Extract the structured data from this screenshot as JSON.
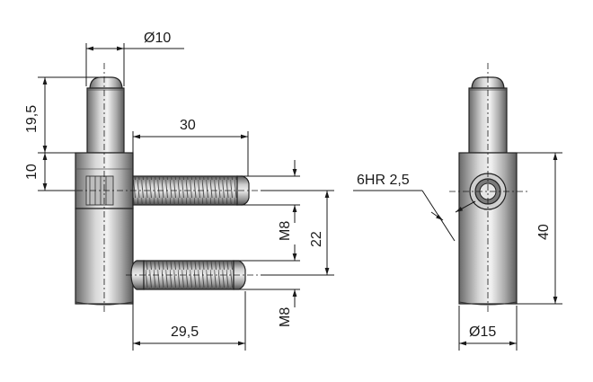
{
  "dimensions": {
    "pin_diameter": "Ø10",
    "pin_height": "19,5",
    "collar_height": "10",
    "upper_bolt_length": "30",
    "upper_thread": "M8",
    "bolt_spacing": "22",
    "lower_thread": "M8",
    "lower_bolt_length": "29,5",
    "hex_socket": "6HR 2,5",
    "body_height": "40",
    "body_diameter": "Ø15"
  },
  "colors": {
    "metal_dark": "#6d6d6d",
    "metal_light": "#e8e8e8",
    "line": "#1a1a1a"
  }
}
